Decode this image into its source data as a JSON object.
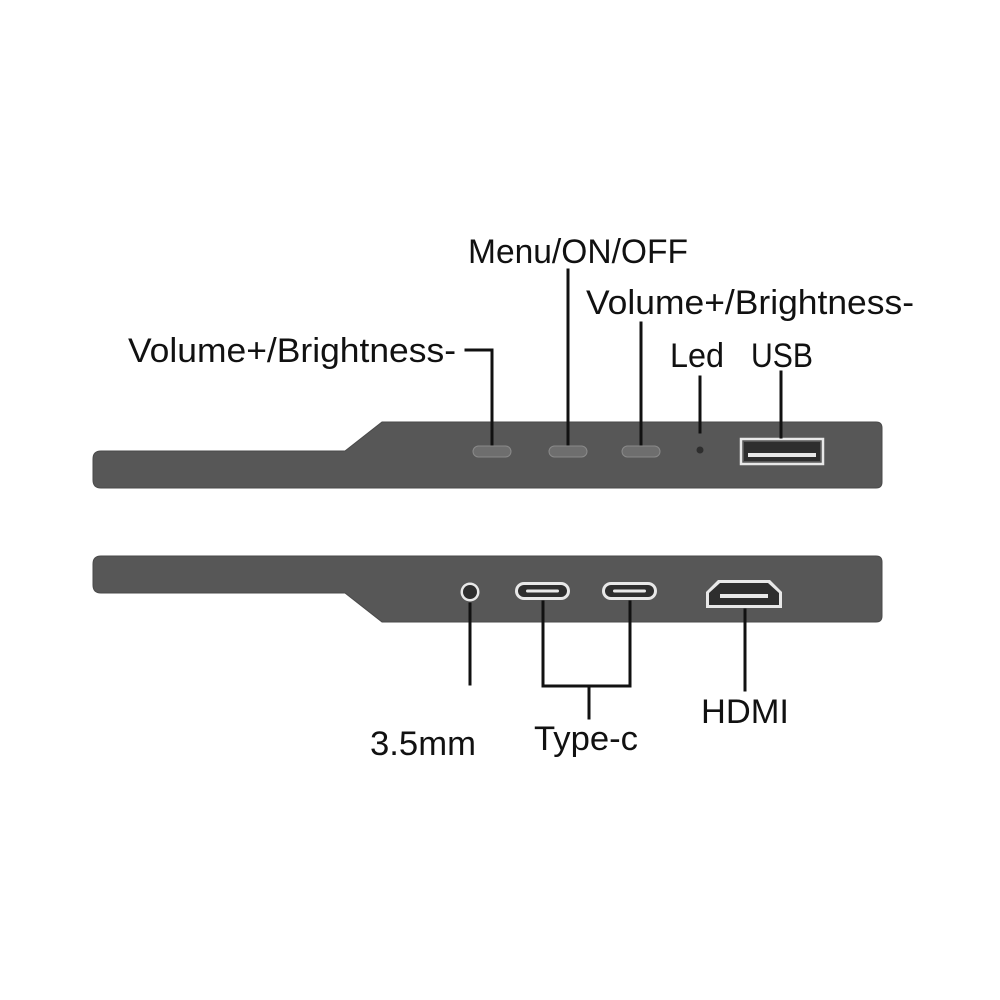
{
  "colors": {
    "body": "#575757",
    "body_edge": "#4a4a4a",
    "button": "#6e6e6e",
    "port_opening": "#2e2e2e",
    "port_rim": "#e8e8e8",
    "label": "#111111"
  },
  "top_view": {
    "labels": {
      "vol_left": "Volume+/Brightness-",
      "menu": "Menu/ON/OFF",
      "vol_right": "Volume+/Brightness-",
      "led": "Led",
      "usb": "USB"
    }
  },
  "bottom_view": {
    "labels": {
      "audio": "3.5mm",
      "typec": "Type-c",
      "hdmi": "HDMI"
    }
  }
}
